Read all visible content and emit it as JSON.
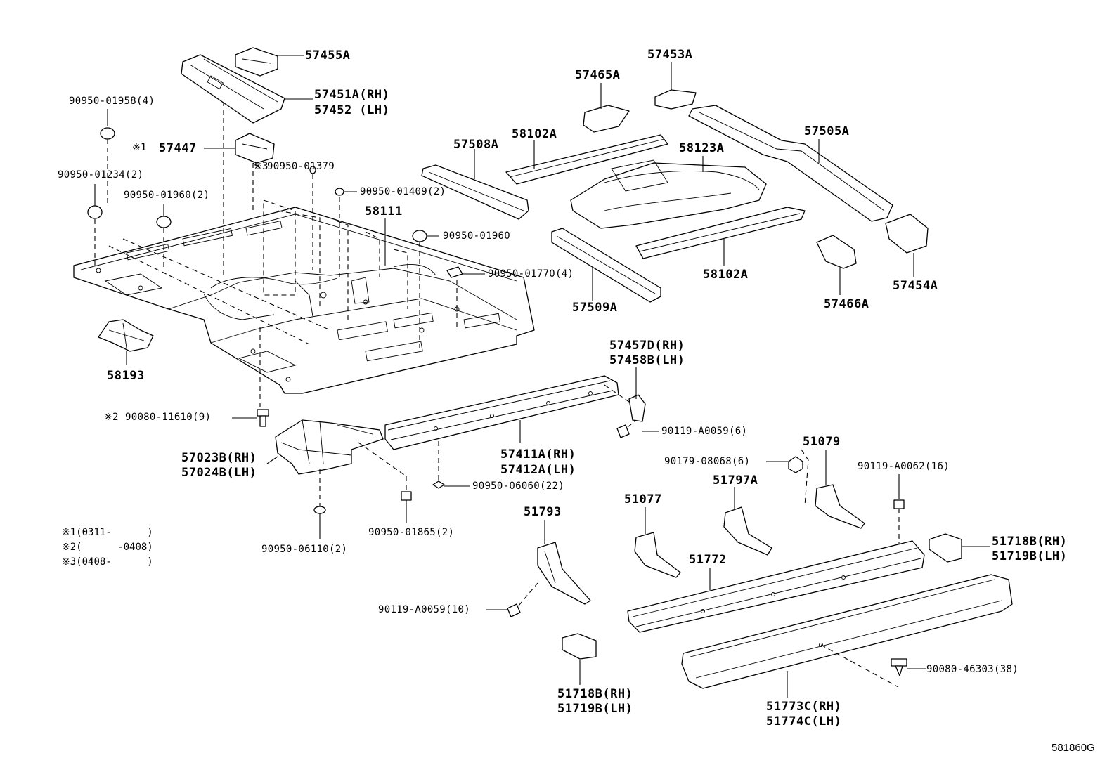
{
  "labels": {
    "p57455A": "57455A",
    "p57451A": "57451A(RH)",
    "p57452": "57452  (LH)",
    "f9095001958": "90950-01958(4)",
    "p57447": "57447",
    "m1": "※1",
    "f9095001379": "90950-01379",
    "m3": "※3",
    "f9095001234": "90950-01234(2)",
    "f9095001960b": "90950-01960(2)",
    "f9095001409": "90950-01409(2)",
    "p58111": "58111",
    "f9095001960": "90950-01960",
    "f9095001770": "90950-01770(4)",
    "p58193": "58193",
    "f9008011610": "90080-11610(9)",
    "m2": "※2",
    "p57023B": "57023B(RH)",
    "p57024B": "57024B(LH)",
    "p57411A": "57411A(RH)",
    "p57412A": "57412A(LH)",
    "f9095006060": "90950-06060(22)",
    "f9095001865": "90950-01865(2)",
    "f9095006110": "90950-06110(2)",
    "note1": "※1(0311-      )",
    "note2": "※2(      -0408)",
    "note3": "※3(0408-      )",
    "p57508A": "57508A",
    "p58102A_top": "58102A",
    "p57465A": "57465A",
    "p57453A": "57453A",
    "p58123A": "58123A",
    "p57505A": "57505A",
    "p58102A_bot": "58102A",
    "p57509A": "57509A",
    "p57466A": "57466A",
    "p57454A": "57454A",
    "p57457D": "57457D(RH)",
    "p57458B": "57458B(LH)",
    "f90119A0059_6": "90119-A0059(6)",
    "p51079": "51079",
    "f9017908068": "90179-08068(6)",
    "f90119A0062": "90119-A0062(16)",
    "p51797A": "51797A",
    "p51077": "51077",
    "p51793": "51793",
    "p51772": "51772",
    "p51718B_r": "51718B(RH)",
    "p51719B_r": "51719B(LH)",
    "f90119A0059_10": "90119-A0059(10)",
    "p51718B_b": "51718B(RH)",
    "p51719B_b": "51719B(LH)",
    "f9008046303": "90080-46303(38)",
    "p51773C": "51773C(RH)",
    "p51774C": "51774C(LH)",
    "code": "581860G"
  }
}
